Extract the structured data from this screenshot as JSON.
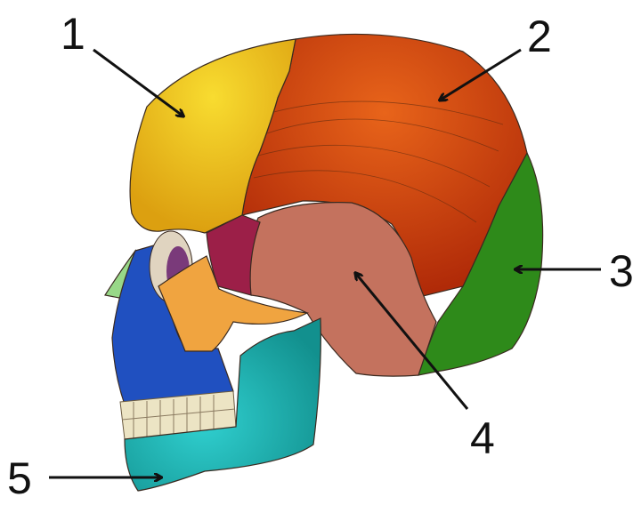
{
  "labels": [
    "1",
    "2",
    "3",
    "4",
    "5"
  ],
  "colors": {
    "frontal": "#f0c420",
    "parietal": "#d4400e",
    "occipital": "#2e8a1a",
    "temporal": "#c4725e",
    "sphenoid": "#9c1f48",
    "zygomatic": "#f0a440",
    "maxilla": "#2050c0",
    "mandible": "#22b8b8",
    "nasal": "#98d888",
    "teeth": "#ece4c4"
  }
}
